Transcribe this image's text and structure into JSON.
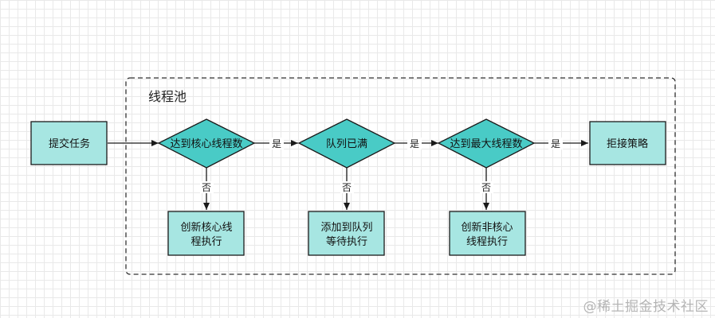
{
  "container": {
    "label": "线程池"
  },
  "nodes": {
    "submit_task": "提交任务",
    "check_core": "达到核心线程数",
    "check_queue": "队列已满",
    "check_max": "达到最大线程数",
    "reject": "拒接策略",
    "create_core": [
      "创新核心线",
      "程执行"
    ],
    "enqueue": [
      "添加到队列",
      "等待执行"
    ],
    "create_noncore": [
      "创新非核心",
      "线程执行"
    ]
  },
  "edges": {
    "yes": "是",
    "no": "否"
  },
  "watermark": "@稀土掘金技术社区",
  "colors": {
    "fill": "#49cbc6",
    "process_fill": "#a7e6e2",
    "stroke": "#1a1a1a"
  }
}
